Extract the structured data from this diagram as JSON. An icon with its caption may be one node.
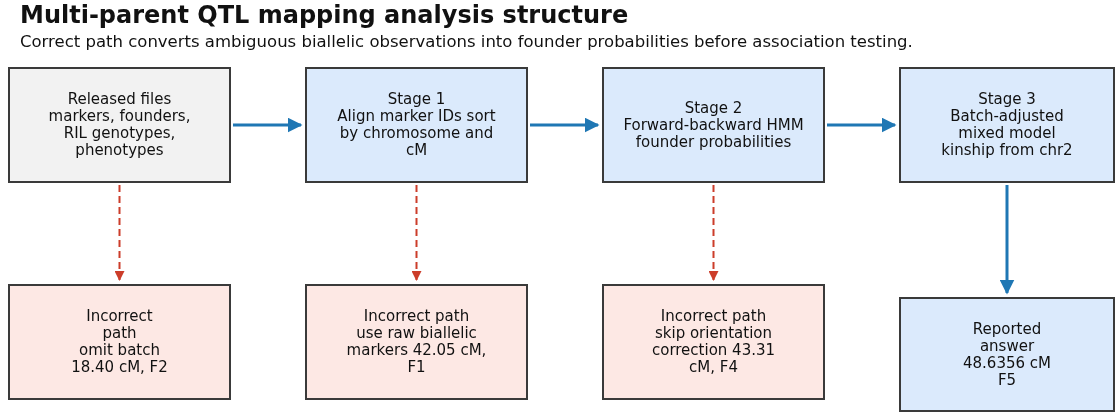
{
  "diagram": {
    "title": "Multi-parent QTL mapping analysis structure",
    "caption": "Correct path converts ambiguous biallelic observations into founder probabilities before association testing.",
    "nodes": [
      {
        "text": [
          "Released files",
          "markers, founders, RIL genotypes, phenotypes"
        ]
      },
      {
        "text": [
          "Stage 1",
          "Align marker IDs sort by chromosome and cM"
        ]
      },
      {
        "text": [
          "Stage 2",
          "Forward-backward HMM founder probabilities"
        ]
      },
      {
        "text": [
          "Stage 3",
          "Batch-adjusted mixed model kinship from chr2"
        ]
      },
      {
        "text": [
          "Incorrect path",
          "omit batch 18.40 cM, F2"
        ]
      },
      {
        "text": [
          "Incorrect path",
          "use raw biallelic markers 42.05 cM, F1"
        ]
      },
      {
        "text": [
          "Incorrect path",
          "skip orientation correction 43.31 cM, F4"
        ]
      },
      {
        "text": [
          "Reported answer",
          "48.6356 cM F5"
        ]
      }
    ],
    "edges": [
      {
        "from": 0,
        "to": 1,
        "arrow": "to"
      },
      {
        "from": 1,
        "to": 2,
        "arrow": "to"
      },
      {
        "from": 2,
        "to": 3,
        "arrow": "to"
      },
      {
        "from": 0,
        "to": 4,
        "arrow": "to",
        "style": "dashed",
        "color": "#cc3d2a"
      },
      {
        "from": 1,
        "to": 5,
        "arrow": "to",
        "style": "dashed",
        "color": "#cc3d2a"
      },
      {
        "from": 2,
        "to": 6,
        "arrow": "to",
        "style": "dashed",
        "color": "#cc3d2a"
      },
      {
        "from": 3,
        "to": 7,
        "arrow": "to"
      }
    ]
  }
}
